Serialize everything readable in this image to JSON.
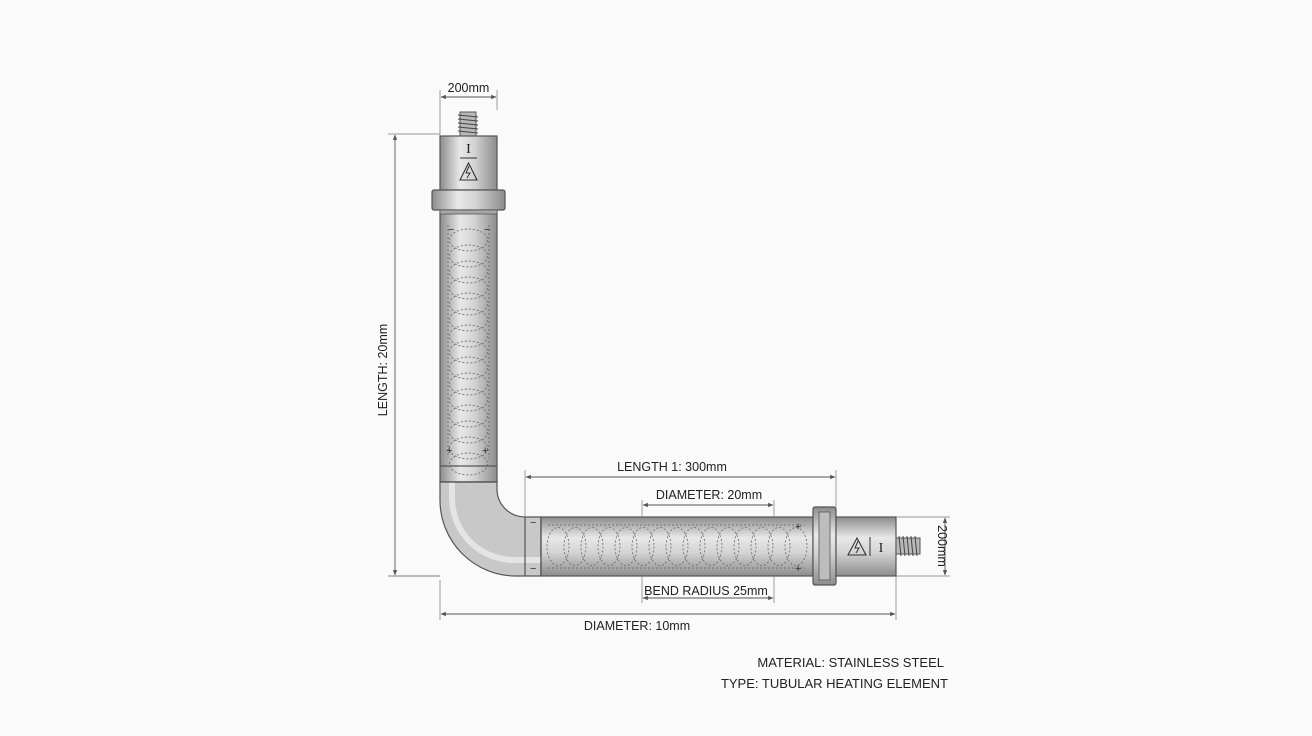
{
  "drawing": {
    "dims": {
      "top_width": "200mm",
      "length_vertical": "LENGTH: 20mm",
      "length_horizontal": "LENGTH 1: 300mm",
      "diameter_top": "DIAMETER: 20mm",
      "bend_radius": "BEND RADIUS 25mm",
      "diameter_bottom": "DIAMETER: 10mm",
      "right_height": "200mm"
    },
    "notes": {
      "material": "MATERIAL: STAINLESS STEEL",
      "type": "TYPE: TUBULAR HEATING ELEMENT"
    },
    "terminal_symbol": "I",
    "polarity": {
      "plus": "+",
      "minus": "−"
    },
    "colors": {
      "steel_light": "#e8e8e8",
      "steel_mid": "#c4c4c4",
      "steel_dark": "#8c8c8c",
      "line": "#555555"
    }
  }
}
